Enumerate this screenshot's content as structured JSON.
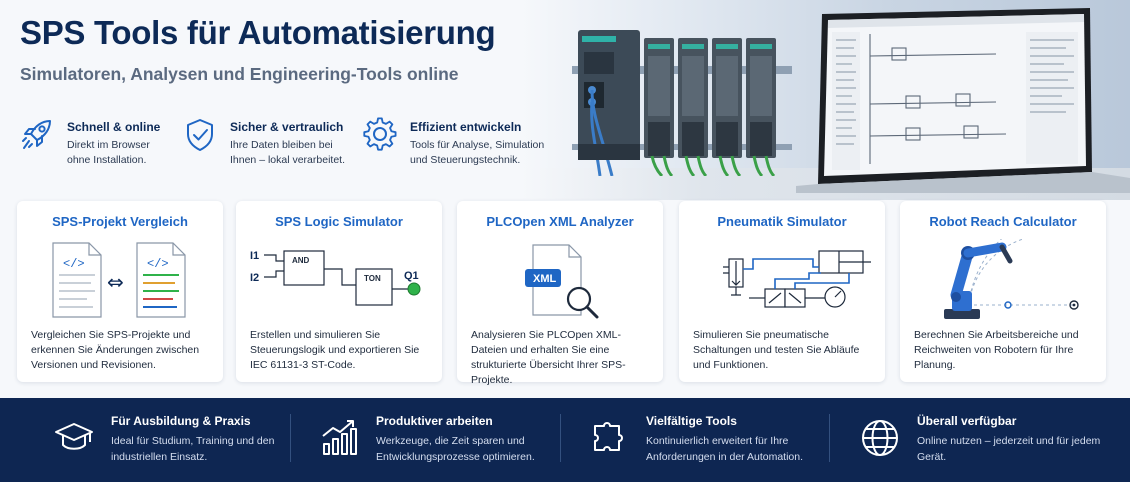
{
  "header": {
    "title": "SPS Tools für Automatisierung",
    "subtitle": "Simulatoren, Analysen und Engineering-Tools online"
  },
  "features": [
    {
      "icon": "rocket-icon",
      "title": "Schnell & online",
      "desc": "Direkt im Browser ohne Installation."
    },
    {
      "icon": "shield-check-icon",
      "title": "Sicher & vertraulich",
      "desc": "Ihre Daten bleiben bei Ihnen – lokal verarbeitet."
    },
    {
      "icon": "gear-icon",
      "title": "Effizient entwickeln",
      "desc": "Tools für Analyse, Simulation und Steuerungstechnik."
    }
  ],
  "cards": [
    {
      "title": "SPS-Projekt Vergleich",
      "desc": "Vergleichen Sie SPS-Projekte und erkennen Sie Änderungen zwischen Versionen und Revisionen.",
      "image": {
        "left_icon": "</>",
        "right_icon": "</>",
        "arrow": "⇔"
      }
    },
    {
      "title": "SPS Logic Simulator",
      "desc": "Erstellen und simulieren Sie Steuerungslogik und exportieren Sie IEC 61131-3 ST-Code.",
      "image": {
        "in1": "I1",
        "in2": "I2",
        "gate": "AND",
        "timer": "TON",
        "out": "Q1"
      }
    },
    {
      "title": "PLCOpen XML Analyzer",
      "desc": "Analysieren Sie PLCOpen XML-Dateien und erhalten Sie eine strukturierte Übersicht Ihrer SPS-Projekte.",
      "image": {
        "badge": "XML"
      }
    },
    {
      "title": "Pneumatik Simulator",
      "desc": "Simulieren Sie pneumatische Schaltungen und testen Sie Abläufe und Funktionen."
    },
    {
      "title": "Robot Reach Calculator",
      "desc": "Berechnen Sie Arbeitsbereiche und Reichweiten von Robotern für Ihre Planung."
    }
  ],
  "band": [
    {
      "icon": "graduation-cap-icon",
      "title": "Für Ausbildung & Praxis",
      "desc": "Ideal für Studium, Training und den industriellen Einsatz."
    },
    {
      "icon": "growth-chart-icon",
      "title": "Produktiver arbeiten",
      "desc": "Werkzeuge, die Zeit sparen und Entwicklungsprozesse optimieren."
    },
    {
      "icon": "puzzle-icon",
      "title": "Vielfältige Tools",
      "desc": "Kontinuierlich erweitert für Ihre Anforderungen in der Automation."
    },
    {
      "icon": "globe-icon",
      "title": "Überall verfügbar",
      "desc": "Online nutzen – jederzeit und für jedem Gerät."
    }
  ],
  "colors": {
    "navy": "#0e2652",
    "accent_blue": "#1f66c4",
    "title_navy": "#0d2a57",
    "status_green": "#2fb24a"
  }
}
